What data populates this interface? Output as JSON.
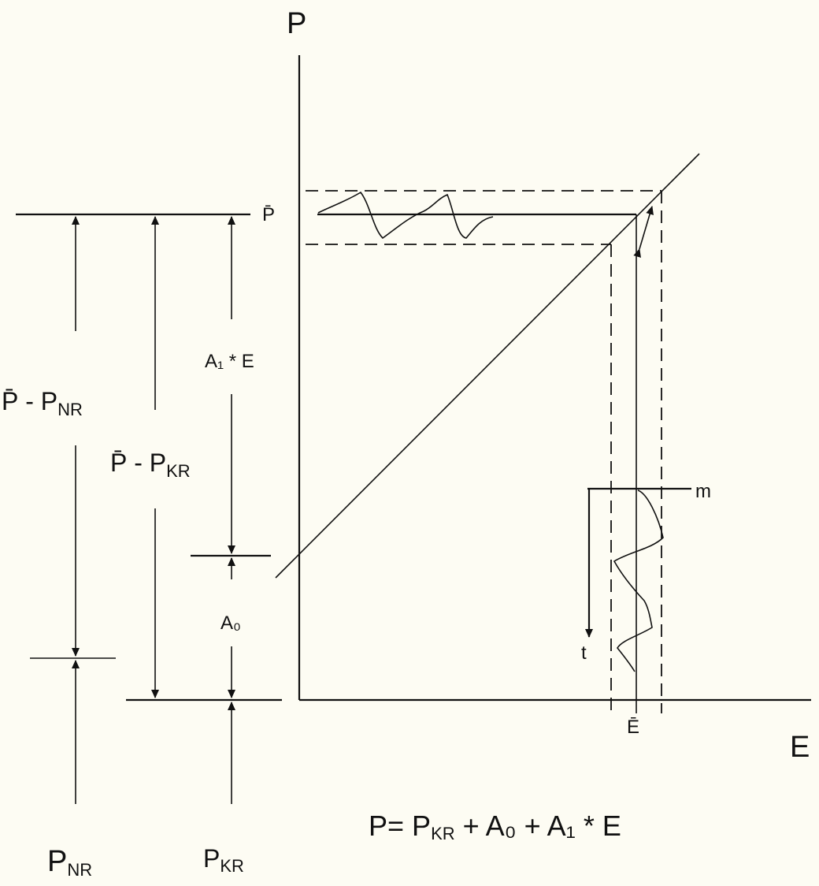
{
  "axes": {
    "y_label": "P",
    "x_label": "E"
  },
  "markers": {
    "p_bar": "P̄",
    "e_bar": "Ē",
    "m": "m",
    "t": "t"
  },
  "dimensions": {
    "p_bar_minus_pnr": {
      "main": "P̄ - P",
      "sub": "NR"
    },
    "p_bar_minus_pkr": {
      "main": "P̄ - P",
      "sub": "KR"
    },
    "a1_e": "A₁ * E",
    "a0": "A₀"
  },
  "bottom_labels": {
    "pnr": {
      "main": "P",
      "sub": "NR"
    },
    "pkr": {
      "main": "P",
      "sub": "KR"
    }
  },
  "equation": {
    "lhs": "P= P",
    "sub1": "KR",
    "rest": " + A₀ + A₁ * E"
  },
  "colors": {
    "ink": "#111111",
    "paper": "#fdfcf3"
  }
}
